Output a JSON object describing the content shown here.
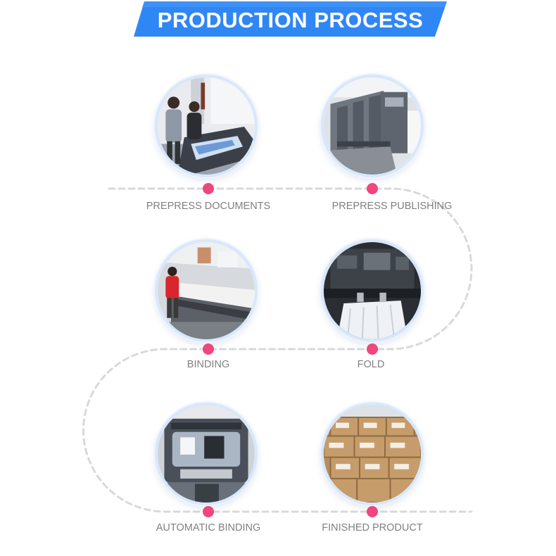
{
  "header": {
    "title": "PRODUCTION PROCESS",
    "accent": "#2f86f5"
  },
  "theme": {
    "path_color": "#d9d9d9",
    "dot_color": "#f0457d",
    "label_color": "#808080",
    "ring_color": "#d9e7fb"
  },
  "steps": [
    {
      "label": "PREPRESS DOCUMENTS",
      "photo": "prepress-documents-photo"
    },
    {
      "label": "PREPRESS PUBLISHING",
      "photo": "printing-press-photo"
    },
    {
      "label": "BINDING",
      "photo": "binding-line-photo"
    },
    {
      "label": "FOLD",
      "photo": "folding-machine-photo"
    },
    {
      "label": "AUTOMATIC BINDING",
      "photo": "automatic-binding-machine-photo"
    },
    {
      "label": "FINISHED PRODUCT",
      "photo": "finished-boxes-photo"
    }
  ]
}
